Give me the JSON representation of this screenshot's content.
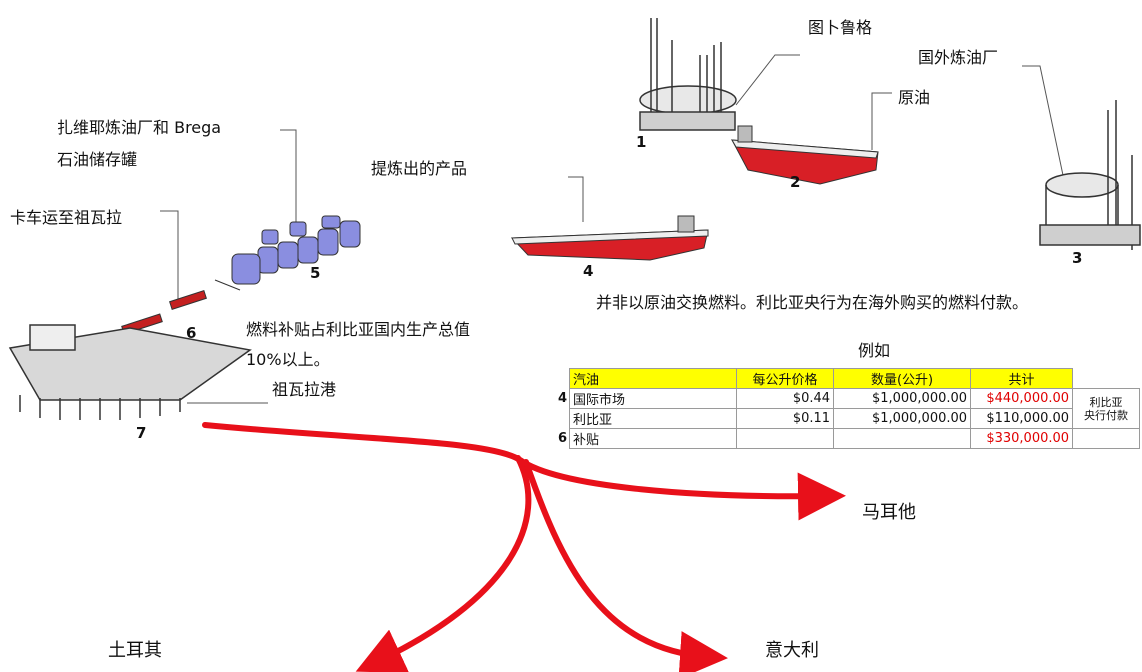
{
  "labels": {
    "tobruk": "图卜鲁格",
    "foreign_refinery": "国外炼油厂",
    "crude_oil": "原油",
    "zawiya_refinery_line1": "扎维耶炼油厂和 Brega",
    "zawiya_refinery_line2": "石油储存罐",
    "refined_products": "提炼出的产品",
    "truck_to_zuwara": "卡车运至祖瓦拉",
    "subsidy_note_line1": "燃料补贴占利比亚国内生产总值",
    "subsidy_note_line2": "10%以上。",
    "zuwara_port": "祖瓦拉港",
    "not_swap_note": "并非以原油交换燃料。利比亚央行为在海外购买的燃料付款。",
    "example": "例如",
    "malta": "马耳他",
    "turkey": "土耳其",
    "italy": "意大利"
  },
  "step_numbers": {
    "n1": "1",
    "n2": "2",
    "n3": "3",
    "n4": "4",
    "n5": "5",
    "n6": "6",
    "n7": "7"
  },
  "table": {
    "headers": [
      "汽油",
      "每公升价格",
      "数量(公升)",
      "共计"
    ],
    "rows": [
      {
        "row_no": "4",
        "name": "国际市场",
        "price": "$0.44",
        "qty": "$1,000,000.00",
        "total": "$440,000.00"
      },
      {
        "row_no": "",
        "name": "利比亚",
        "price": "$0.11",
        "qty": "$1,000,000.00",
        "total": "$110,000.00"
      },
      {
        "row_no": "6",
        "name": "补贴",
        "price": "",
        "qty": "",
        "total": "$330,000.00"
      }
    ],
    "side_note_line1": "利比亚",
    "side_note_line2": "央行付款"
  },
  "colors": {
    "arrow": "#e8101a",
    "ship_hull": "#d81f26",
    "tank": "#8a8ee0",
    "highlight": "#ffff00",
    "total_red": "#e00000"
  }
}
